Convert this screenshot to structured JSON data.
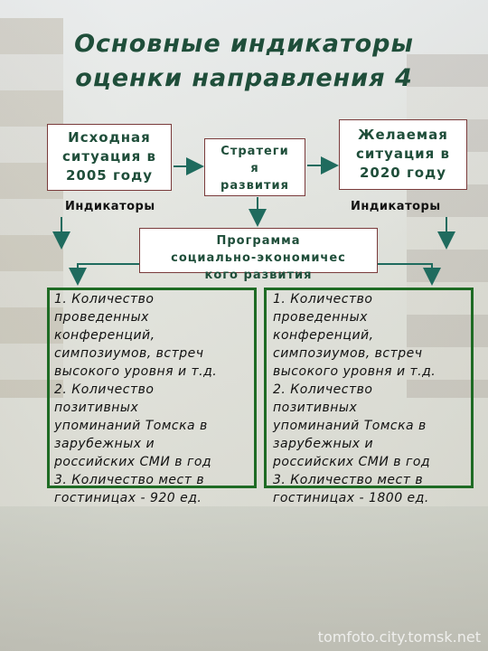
{
  "title": {
    "line1": "Основные индикаторы",
    "line2": "оценки направления 4"
  },
  "boxes": {
    "start": [
      "Исходная",
      "ситуация в",
      "2005 году"
    ],
    "strategy": [
      "Стратеги",
      "я",
      "развития"
    ],
    "target": [
      "Желаемая",
      "ситуация в",
      "2020 году"
    ],
    "program": [
      "Программа",
      "социально-экономичес",
      "кого развития"
    ]
  },
  "indicators": {
    "left": "Индикаторы",
    "right": "Индикаторы"
  },
  "lists": {
    "left": [
      "1. Количество",
      "проведенных",
      "конференций,",
      "симпозиумов, встреч",
      "высокого уровня и т.д.",
      "2. Количество",
      "позитивных",
      "упоминаний Томска в",
      "зарубежных и",
      "российских СМИ в год",
      "3. Количество мест в",
      "гостиницах - 920 ед."
    ],
    "right": [
      "1. Количество",
      "проведенных",
      "конференций,",
      "симпозиумов, встреч",
      "высокого уровня и т.д.",
      "2. Количество",
      "позитивных",
      "упоминаний Томска в",
      "зарубежных и",
      "российских СМИ в год",
      "3. Количество мест в",
      "гостиницах - 1800 ед."
    ]
  },
  "watermark": "tomfoto.city.tomsk.net",
  "colors": {
    "title": "#1f4e3a",
    "arrow": "#1f6b5e",
    "panel_border": "#1e6b24",
    "box_border": "#7a3b3b"
  }
}
